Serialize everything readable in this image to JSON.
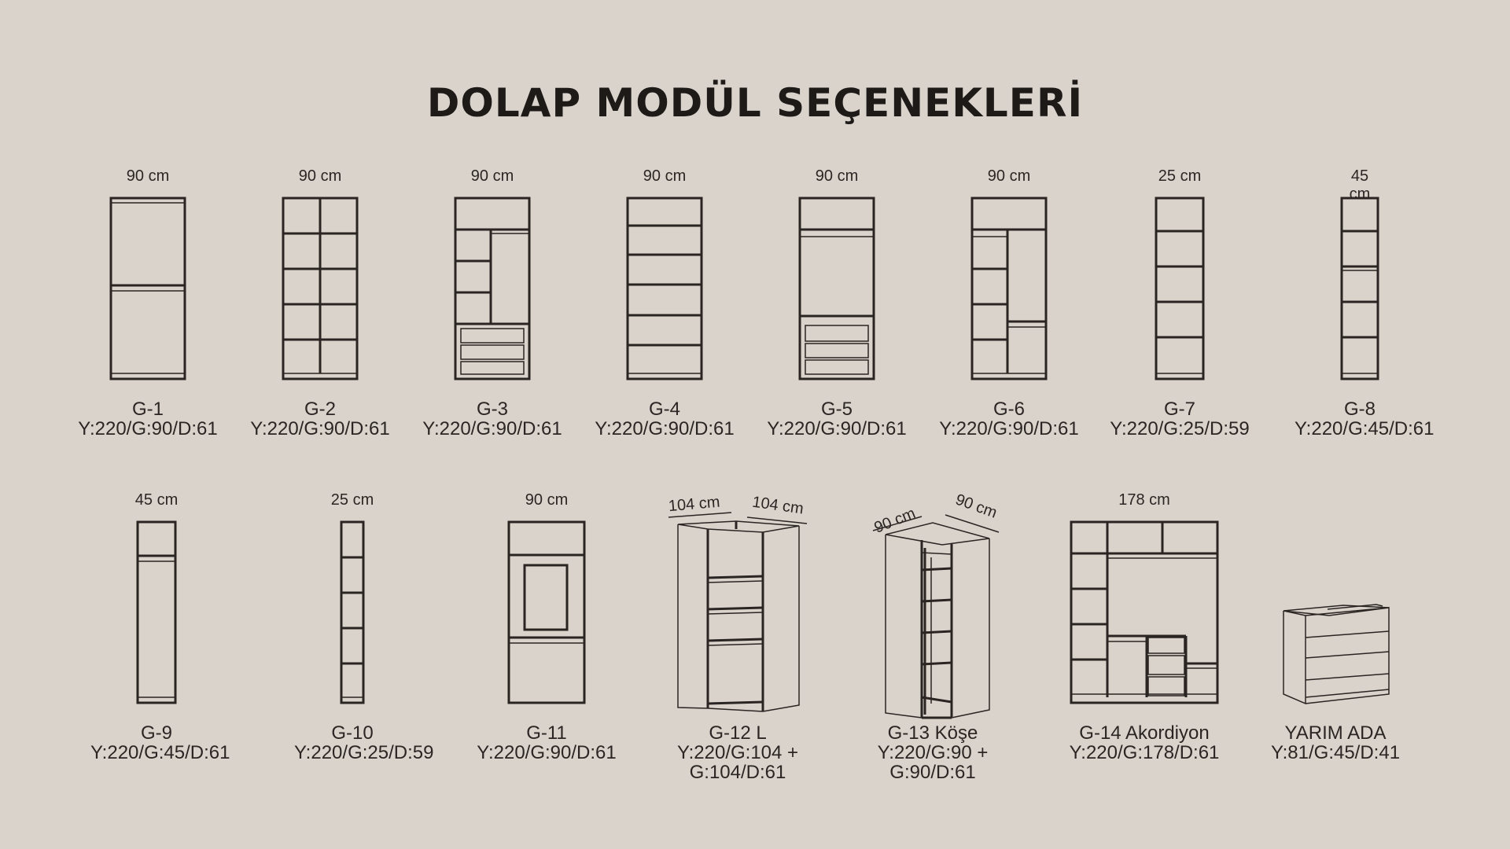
{
  "title": "DOLAP MODÜL SEÇENEKLERİ",
  "modules": [
    {
      "width": "90 cm",
      "code": "G-1",
      "dims": "Y:220/G:90/D:61"
    },
    {
      "width": "90 cm",
      "code": "G-2",
      "dims": "Y:220/G:90/D:61"
    },
    {
      "width": "90 cm",
      "code": "G-3",
      "dims": "Y:220/G:90/D:61"
    },
    {
      "width": "90 cm",
      "code": "G-4",
      "dims": "Y:220/G:90/D:61"
    },
    {
      "width": "90 cm",
      "code": "G-5",
      "dims": "Y:220/G:90/D:61"
    },
    {
      "width": "90 cm",
      "code": "G-6",
      "dims": "Y:220/G:90/D:61"
    },
    {
      "width": "25 cm",
      "code": "G-7",
      "dims": "Y:220/G:25/D:59"
    },
    {
      "width": "45 cm",
      "code": "G-8",
      "dims": "Y:220/G:45/D:61"
    },
    {
      "width": "45 cm",
      "code": "G-9",
      "dims": "Y:220/G:45/D:61"
    },
    {
      "width": "25 cm",
      "code": "G-10",
      "dims": "Y:220/G:25/D:59"
    },
    {
      "width": "90 cm",
      "code": "G-11",
      "dims": "Y:220/G:90/D:61"
    },
    {
      "width_left": "104 cm",
      "width_right": "104 cm",
      "code": "G-12 L",
      "dims": "Y:220/G:104 +",
      "dims2": "G:104/D:61"
    },
    {
      "width_left": "90 cm",
      "width_right": "90 cm",
      "code": "G-13 Köşe",
      "dims": "Y:220/G:90 +",
      "dims2": "G:90/D:61"
    },
    {
      "width": "178 cm",
      "code": "G-14 Akordiyon",
      "dims": "Y:220/G:178/D:61"
    },
    {
      "code": "YARIM ADA",
      "dims": "Y:81/G:45/D:41"
    }
  ]
}
